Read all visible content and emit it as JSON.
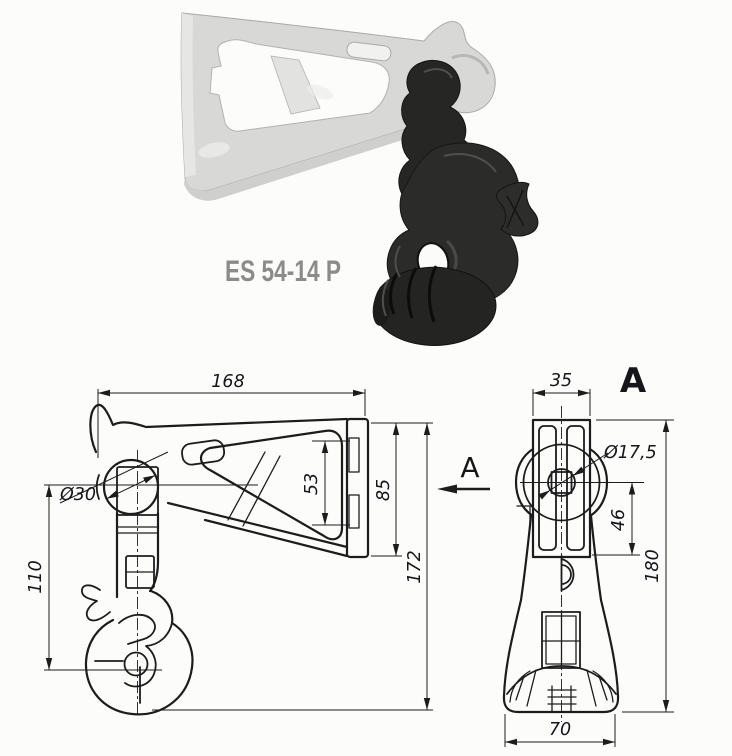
{
  "product": {
    "model": "ES 54-14 P"
  },
  "side_view": {
    "dim_width": "168",
    "dim_bracket_height": "85",
    "dim_window_height": "53",
    "dim_total_height": "172",
    "dim_clamp_drop": "110",
    "dim_hub_diameter": "Ø30"
  },
  "front_view": {
    "view_label": "A",
    "dim_top_width": "35",
    "dim_hole_diameter": "Ø17,5",
    "dim_hole_offset": "46",
    "dim_total_height": "180",
    "dim_base_width": "70"
  },
  "section_indicator": {
    "label": "A"
  },
  "colors": {
    "background": "#fcfcfb",
    "drawing_line": "#1c1c1c",
    "dimension_text": "#15151a",
    "title_text": "#8b8b89",
    "metal": "#d8d8d6",
    "metal_shade": "#c9c9c7",
    "clamp_black": "#2b2b29"
  }
}
